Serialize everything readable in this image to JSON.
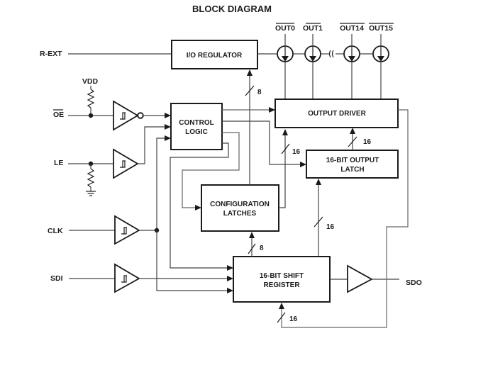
{
  "title": "BLOCK DIAGRAM",
  "inputs": {
    "r_ext": "R-EXT",
    "vdd": "VDD",
    "oe": "OE",
    "le": "LE",
    "clk": "CLK",
    "sdi": "SDI"
  },
  "outputs": {
    "sdo": "SDO",
    "channels": [
      "OUT0",
      "OUT1",
      "OUT14",
      "OUT15"
    ]
  },
  "blocks": {
    "io_regulator": "I/O REGULATOR",
    "control_logic": [
      "CONTROL",
      "LOGIC"
    ],
    "output_driver": "OUTPUT DRIVER",
    "output_latch": [
      "16-BIT OUTPUT",
      "LATCH"
    ],
    "config_latches": [
      "CONFIGURATION",
      "LATCHES"
    ],
    "shift_register": [
      "16-BIT SHIFT",
      "REGISTER"
    ]
  },
  "bus_widths": {
    "config_to_regulator": "8",
    "latch_to_driver": "16",
    "config_to_driver": "16",
    "shift_to_latch": "16",
    "shift_to_config": "8",
    "feedback_to_shift": "16"
  },
  "icons": {
    "buffer": "schmitt-trigger-buffer-icon",
    "current_source": "current-sink-icon",
    "resistor": "resistor-icon",
    "ground": "ground-icon"
  }
}
